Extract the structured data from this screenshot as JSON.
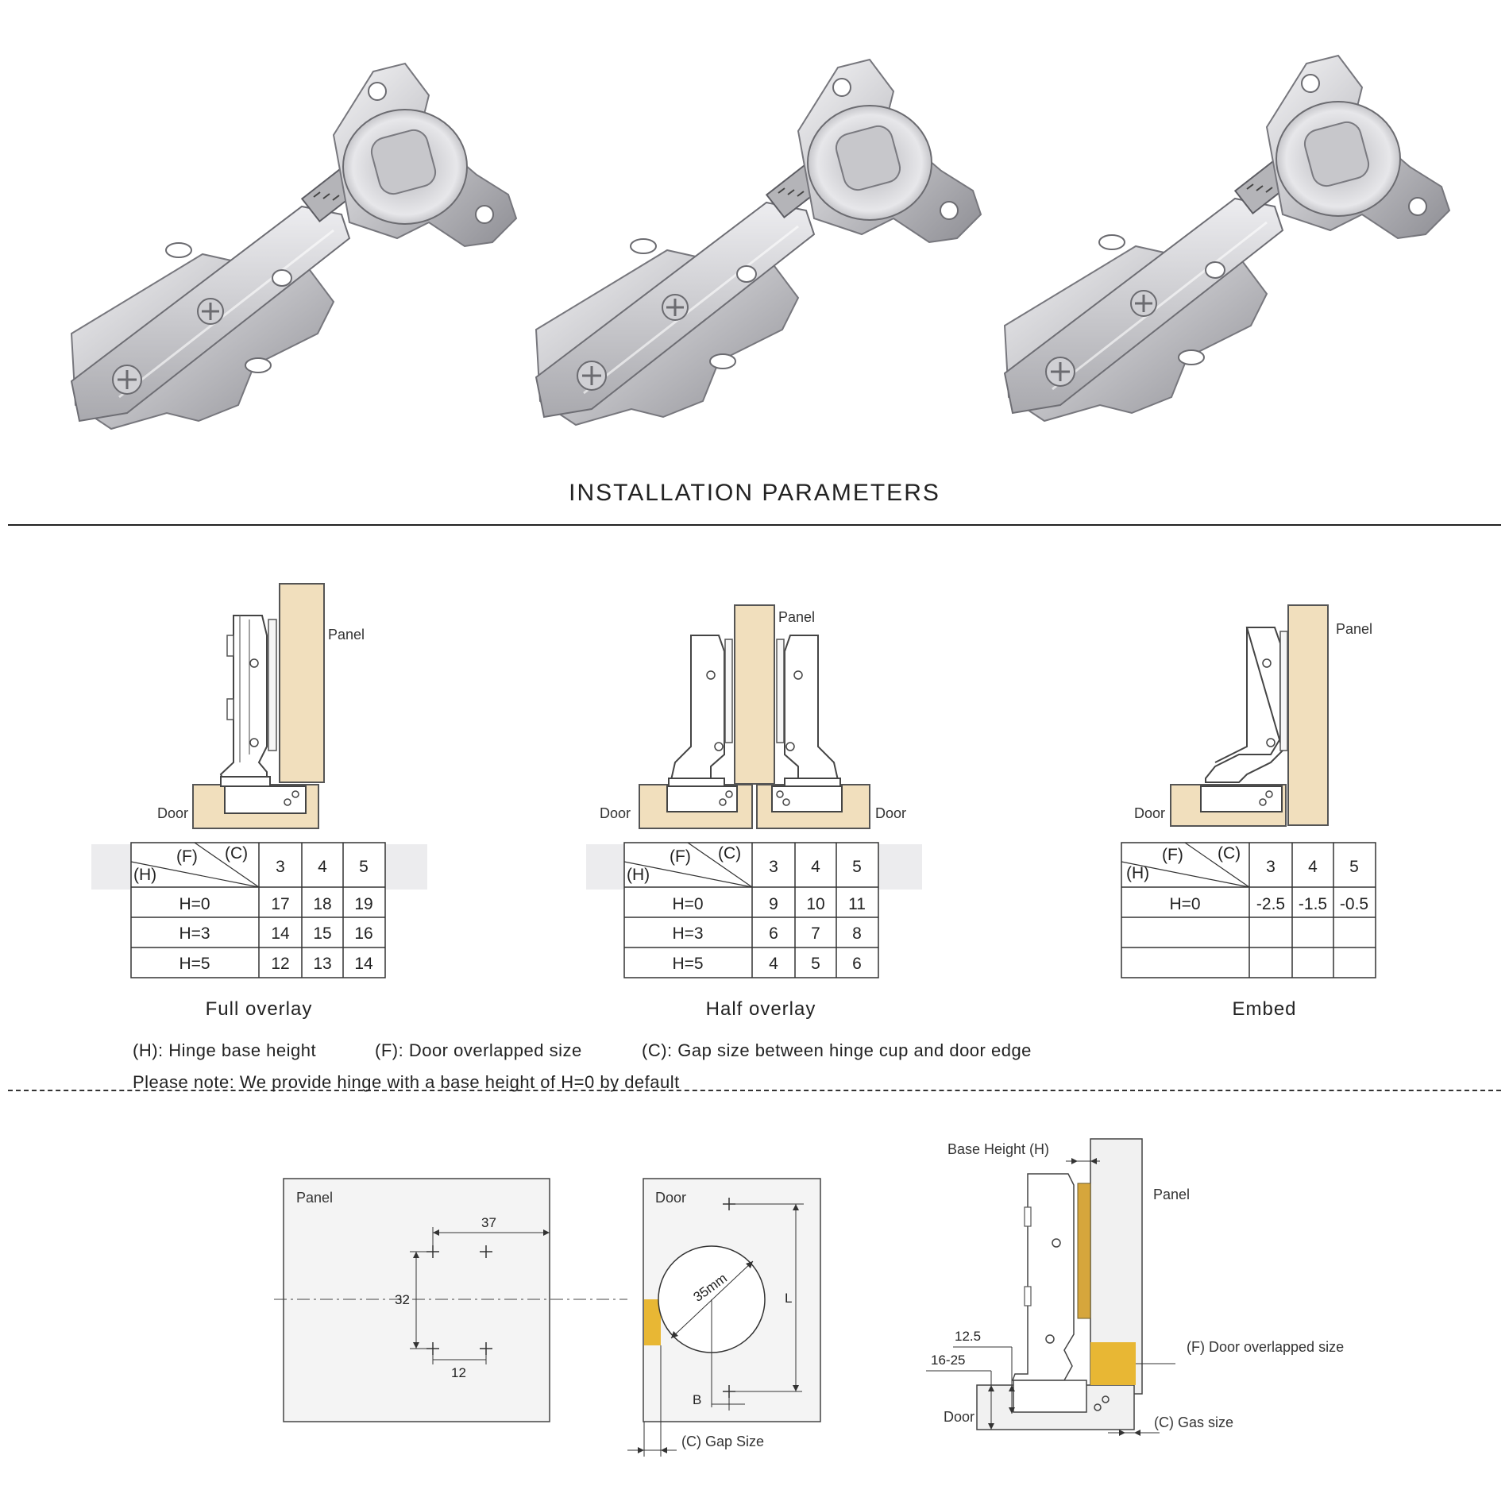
{
  "title": "INSTALLATION PARAMETERS",
  "products": [
    {
      "name": "hinge-full-overlay"
    },
    {
      "name": "hinge-half-overlay"
    },
    {
      "name": "hinge-embed"
    }
  ],
  "diagrams": [
    {
      "panel": "Panel",
      "door": "Door",
      "caption": "Full overlay"
    },
    {
      "panel": "Panel",
      "door_left": "Door",
      "door_right": "Door",
      "caption": "Half overlay"
    },
    {
      "panel": "Panel",
      "door": "Door",
      "caption": "Embed"
    }
  ],
  "tables": [
    {
      "header": {
        "f": "(F)",
        "c": "(C)",
        "h": "(H)",
        "cols": [
          "3",
          "4",
          "5"
        ]
      },
      "rows": [
        {
          "label": "H=0",
          "cells": [
            "17",
            "18",
            "19"
          ]
        },
        {
          "label": "H=3",
          "cells": [
            "14",
            "15",
            "16"
          ]
        },
        {
          "label": "H=5",
          "cells": [
            "12",
            "13",
            "14"
          ]
        }
      ]
    },
    {
      "header": {
        "f": "(F)",
        "c": "(C)",
        "h": "(H)",
        "cols": [
          "3",
          "4",
          "5"
        ]
      },
      "rows": [
        {
          "label": "H=0",
          "cells": [
            "9",
            "10",
            "11"
          ]
        },
        {
          "label": "H=3",
          "cells": [
            "6",
            "7",
            "8"
          ]
        },
        {
          "label": "H=5",
          "cells": [
            "4",
            "5",
            "6"
          ]
        }
      ]
    },
    {
      "header": {
        "f": "(F)",
        "c": "(C)",
        "h": "(H)",
        "cols": [
          "3",
          "4",
          "5"
        ]
      },
      "rows": [
        {
          "label": "H=0",
          "cells": [
            "-2.5",
            "-1.5",
            "-0.5"
          ]
        },
        {
          "label": "",
          "cells": [
            "",
            "",
            ""
          ]
        },
        {
          "label": "",
          "cells": [
            "",
            "",
            ""
          ]
        }
      ]
    }
  ],
  "legend": {
    "h": "(H): Hinge base height",
    "f": "(F): Door overlapped size",
    "c": "(C): Gap size between hinge cup and door edge",
    "note": "Please note:  We provide hinge with a base height of H=0 by default"
  },
  "bottom": {
    "panel_box": {
      "label": "Panel",
      "dim_37": "37",
      "dim_32": "32",
      "dim_12": "12"
    },
    "door_box": {
      "label": "Door",
      "dim_35": "35mm",
      "dim_L": "L",
      "dim_B": "B",
      "gap_label": "(C) Gap Size"
    },
    "section": {
      "base_height": "Base Height (H)",
      "panel": "Panel",
      "door": "Door",
      "dim_125": "12.5",
      "dim_1625": "16-25",
      "f_label": "(F) Door overlapped size",
      "c_label": "(C) Gas size"
    }
  },
  "colors": {
    "wood": "#f1dfbd",
    "wood_stroke": "#555555",
    "gold": "#e8b734",
    "metal_light": "#e4e4e6",
    "metal_mid": "#bdbdc1",
    "metal_dark": "#8d8d93"
  }
}
